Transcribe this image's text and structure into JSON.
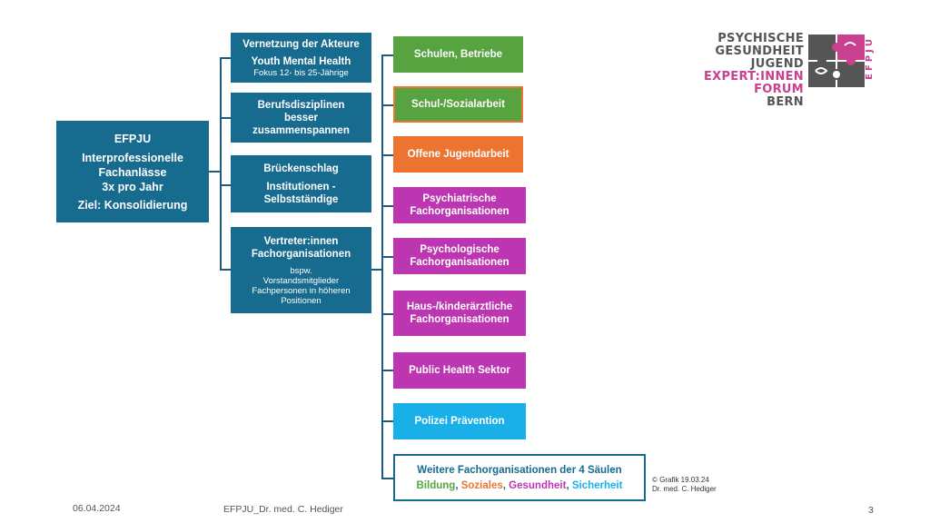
{
  "main": {
    "title": "EFPJU",
    "line1": "Interprofessionelle",
    "line2": "Fachanlässe",
    "line3": "3x pro Jahr",
    "goal": "Ziel: Konsolidierung"
  },
  "middle": [
    {
      "title": "Vernetzung der Akteure",
      "subtitle": "Youth Mental Health",
      "note": "Fokus 12- bis 25-Jährige"
    },
    {
      "title": "Berufsdisziplinen besser zusammenspannen"
    },
    {
      "title": "Brückenschlag",
      "subtitle": "Institutionen - Selbstständige"
    },
    {
      "title": "Vertreter:innen Fachorganisationen",
      "note": "bspw. Vorstandsmitglieder Fachpersonen in höheren Positionen"
    }
  ],
  "right": [
    {
      "label": "Schulen, Betriebe",
      "color": "#56a33f"
    },
    {
      "label": "Schul-/Sozialarbeit",
      "color": "#56a33f",
      "border": "#ec7430"
    },
    {
      "label": "Offene Jugendarbeit",
      "color": "#ec7430"
    },
    {
      "label": "Psychiatrische Fachorganisationen",
      "color": "#bd36b1"
    },
    {
      "label": "Psychologische Fachorganisationen",
      "color": "#bd36b1"
    },
    {
      "label": "Haus-/kinderärztliche Fachorganisationen",
      "color": "#bd36b1"
    },
    {
      "label": "Public Health Sektor",
      "color": "#bd36b1"
    },
    {
      "label": "Polizei Prävention",
      "color": "#19b0ea"
    }
  ],
  "pillars": {
    "title": "Weitere Fachorganisationen der 4 Säulen",
    "p1": "Bildung",
    "p2": "Soziales",
    "p3": "Gesundheit",
    "p4": "Sicherheit",
    "sep": ",",
    "colors": {
      "bildung": "#56a33f",
      "soziales": "#ec7430",
      "gesundheit": "#bd36b1",
      "sicherheit": "#19b0ea",
      "title": "#176b8f"
    }
  },
  "credit": {
    "line1": "© Grafik 19.03.24",
    "line2": "Dr. med. C. Hediger"
  },
  "logo": {
    "line1": "PSYCHISCHE",
    "line2": "GESUNDHEIT JUGEND",
    "line3": "EXPERT:INNEN FORUM",
    "line4": "BERN",
    "vertical": "EFPJU",
    "colors": {
      "dark": "#555555",
      "pink": "#c8408e"
    }
  },
  "footer": {
    "date": "06.04.2024",
    "center": "EFPJU_Dr. med. C. Hediger",
    "page": "3"
  }
}
